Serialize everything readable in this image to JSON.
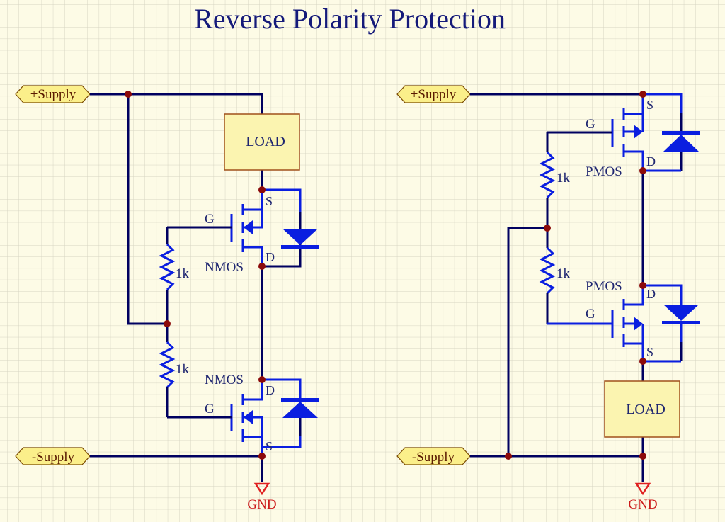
{
  "title": "Reverse Polarity Protection",
  "colors": {
    "background": "#fdfbe6",
    "grid": "#d8d6c6",
    "wire": "#101fa0",
    "component": "#0a1ee0",
    "junction": "#8b0a0a",
    "port_fill": "#fbef8a",
    "load_fill": "#fbf4b0",
    "gnd": "#cc1a1a"
  },
  "left_circuit": {
    "pos_supply": "+Supply",
    "neg_supply": "-Supply",
    "load": "LOAD",
    "gnd": "GND",
    "upper_fet": {
      "type": "NMOS",
      "g": "G",
      "d": "D",
      "s": "S"
    },
    "lower_fet": {
      "type": "NMOS",
      "g": "G",
      "d": "D",
      "s": "S"
    },
    "r_upper": "1k",
    "r_lower": "1k"
  },
  "right_circuit": {
    "pos_supply": "+Supply",
    "neg_supply": "-Supply",
    "load": "LOAD",
    "gnd": "GND",
    "upper_fet": {
      "type": "PMOS",
      "g": "G",
      "d": "D",
      "s": "S"
    },
    "lower_fet": {
      "type": "PMOS",
      "g": "G",
      "d": "D",
      "s": "S"
    },
    "r_upper": "1k",
    "r_lower": "1k"
  }
}
